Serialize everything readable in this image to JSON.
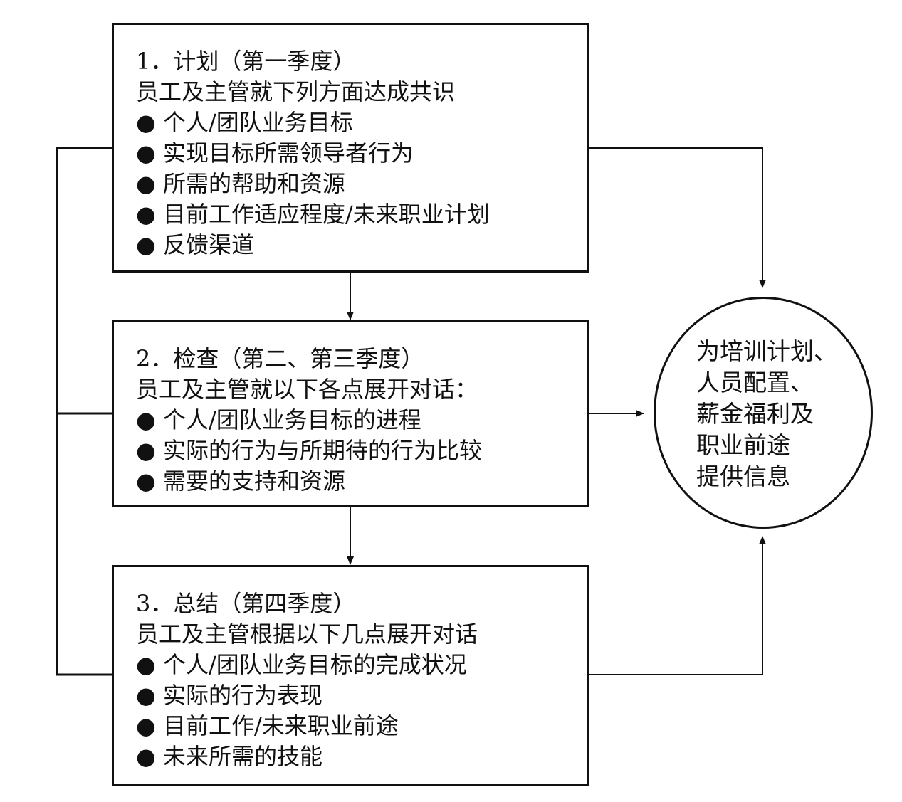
{
  "stages": [
    {
      "title": "1．计划（第一季度）",
      "intro": "员工及主管就下列方面达成共识",
      "items": [
        "个人/团队业务目标",
        "实现目标所需领导者行为",
        "所需的帮助和资源",
        "目前工作适应程度/未来职业计划",
        "反馈渠道"
      ]
    },
    {
      "title": "2．检查（第二、第三季度）",
      "intro": "员工及主管就以下各点展开对话：",
      "items": [
        "个人/团队业务目标的进程",
        "实际的行为与所期待的行为比较",
        "需要的支持和资源"
      ]
    },
    {
      "title": "3．总结（第四季度）",
      "intro": "员工及主管根据以下几点展开对话",
      "items": [
        "个人/团队业务目标的完成状况",
        "实际的行为表现",
        "目前工作/未来职业前途",
        "未来所需的技能"
      ]
    }
  ],
  "output": {
    "lines": [
      "为培训计划、",
      "人员配置、",
      "薪金福利及",
      "职业前途",
      "提供信息"
    ]
  },
  "bullet_symbol": "●"
}
